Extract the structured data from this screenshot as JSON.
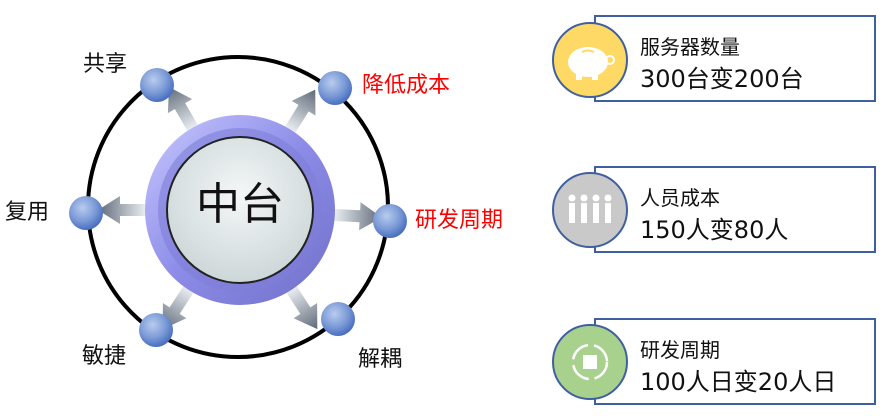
{
  "center": {
    "label": "中台"
  },
  "nodes": [
    {
      "label": "共享",
      "highlight": false
    },
    {
      "label": "降低成本",
      "highlight": true
    },
    {
      "label": "复用",
      "highlight": false
    },
    {
      "label": "研发周期",
      "highlight": true
    },
    {
      "label": "敏捷",
      "highlight": false
    },
    {
      "label": "解耦",
      "highlight": false
    }
  ],
  "cards": [
    {
      "icon": "piggy-bank-icon",
      "color": "#ffd966",
      "title": "服务器数量",
      "value": "300台变200台"
    },
    {
      "icon": "people-icon",
      "color": "#c9c9c9",
      "title": "人员成本",
      "value": "150人变80人"
    },
    {
      "icon": "box-cycle-icon",
      "color": "#a9d18e",
      "title": "研发周期",
      "value": "100人日变20人日"
    }
  ],
  "colors": {
    "highlight": "#ff0000",
    "card_border": "#3f5fa0"
  }
}
